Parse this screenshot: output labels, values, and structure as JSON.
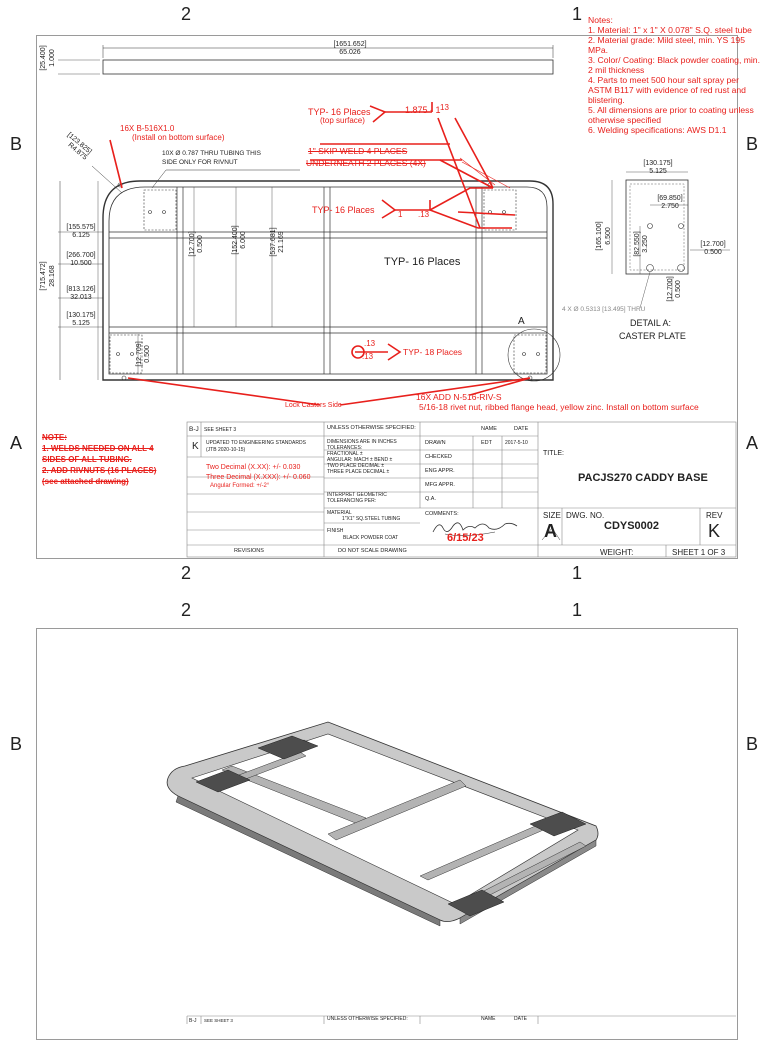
{
  "zones": {
    "col2": "2",
    "col1": "1",
    "rowB": "B",
    "rowA": "A"
  },
  "notes": [
    "Notes:",
    "1. Material: 1\" x 1\" X 0.078\" S.Q. steel tube",
    "2. Material grade: Mild steel, min. YS 195 MPa.",
    "3. Color/ Coating: Black powder coating, min. 2 mil thickness",
    "4. Parts to meet 500 hour salt spray per ASTM B117 with evidence of red rust and blistering.",
    "5. All dimensions are prior to coating unless otherwise specified",
    "6. Welding specifications: AWS D1.1"
  ],
  "dims": {
    "overall_mm": "[1651.652]",
    "overall_in": "65.026",
    "tube_mm": "[25.400]",
    "tube_in": "1.000",
    "radius_mm": "[123.825]",
    "radius_in": "R4.875",
    "d1_mm": "[155.575]",
    "d1_in": "6.125",
    "d2_mm": "[266.700]",
    "d2_in": "10.500",
    "height_mm": "[715.472]",
    "height_in": "28.168",
    "d3_mm": "[813.126]",
    "d3_in": "32.013",
    "d4_mm": "[130.175]",
    "d4_in": "5.125",
    "d5_mm": "[12.700]",
    "d5_in": "0.500",
    "d6_mm": "[152.400]",
    "d6_in": "6.000",
    "d7_mm": "[537.681]",
    "d7_in": "21.169",
    "d8_mm": "[12.709]",
    "d8_in": "0.500",
    "caster_w_mm": "[130.175]",
    "caster_w_in": "5.125",
    "caster_h_mm": "[165.100]",
    "caster_h_in": "6.500",
    "caster_a_mm": "[69.850]",
    "caster_a_in": "2.750",
    "caster_b_mm": "[82.550]",
    "caster_b_in": "3.250",
    "caster_c_mm": "[12.700]",
    "caster_c_in": "0.500",
    "caster_d_mm": "[12.700]",
    "caster_d_in": "0.500",
    "thru_hole": "4 X Ø 0.5313 [13.495] THRU"
  },
  "callouts": {
    "rivnut_top": "16X B-516X1.0",
    "rivnut_top2": "(Install on bottom surface)",
    "thru_tubing": "10X  Ø 0.787 THRU TUBING THIS",
    "thru_tubing2": "SIDE ONLY FOR RIVNUT",
    "typ16_top": "TYP- 16 Places",
    "typ16_top2": "(top surface)",
    "weld_top": "1.875 - 1",
    "weld_top_num": "13",
    "skip_weld": "1\" SKIP WELD 4 PLACES",
    "underneath": "UNDERNEATH 2 PLACES (4X)",
    "typ16_mid": "TYP- 16 Places",
    "weld_mid": "1",
    "weld_mid_num": ".13",
    "typ16_center": "TYP- 16 Places",
    "typ18": "TYP- 18 Places",
    "typ18_num1": ".13",
    "typ18_num2": ".13",
    "lock_casters": "Lock Casters Side",
    "add_rivnut": "16X ADD N-516-RIV-S",
    "add_rivnut2": "5/16-18 rivet nut, ribbed flange head, yellow zinc. Install on bottom surface",
    "detail_letter": "A",
    "detail_title": "DETAIL A:",
    "detail_sub": "CASTER PLATE"
  },
  "note_block": {
    "title": "NOTE:",
    "l1": "1. WELDS NEEDED ON ALL 4",
    "l2": "SIDES OF ALL TUBING.",
    "l3": "2. ADD RIVNUTS (16 PLACES)",
    "l4": "(see attached drawing)"
  },
  "titleblock": {
    "rev_range": "B-J",
    "rev_range_note": "SEE SHEET 3",
    "rev_letter": "K",
    "rev_desc": "UPDATED TO ENGINEERING STANDARDS",
    "rev_desc2": "(JTB 2020-10-15)",
    "tol_two": "Two Decimal (X.XX): +/- 0.030",
    "tol_three": "Three Decimal (X.XXX): +/- 0.060",
    "tol_ang": "Angular Formed: +/-2°",
    "revisions": "REVISIONS",
    "unless": "UNLESS OTHERWISE SPECIFIED:",
    "dims_in": "DIMENSIONS ARE IN INCHES",
    "tolerances": "TOLERANCES:",
    "fractional": "FRACTIONAL ±",
    "angular": "ANGULAR: MACH ±   BEND ±",
    "two_place": "TWO PLACE DECIMAL   ±",
    "three_place": "THREE PLACE DECIMAL  ±",
    "interpret": "INTERPRET GEOMETRIC",
    "tolerancing": "TOLERANCING PER:",
    "material_lbl": "MATERIAL",
    "material_val": "1\"X1\" SQ.STEEL TUBING",
    "finish_lbl": "FINISH",
    "finish_val": "BLACK POWDER COAT",
    "do_not_scale": "DO NOT SCALE DRAWING",
    "name": "NAME",
    "date": "DATE",
    "drawn": "DRAWN",
    "drawn_by": "EDT",
    "drawn_date": "2017-5-10",
    "checked": "CHECKED",
    "eng_appr": "ENG APPR.",
    "mfg_appr": "MFG APPR.",
    "qa": "Q.A.",
    "comments": "COMMENTS:",
    "sign_date": "6/15/23",
    "title_lbl": "TITLE:",
    "title_val": "PACJS270 CADDY BASE",
    "size_lbl": "SIZE",
    "size_val": "A",
    "dwg_lbl": "DWG.  NO.",
    "dwg_val": "CDYS0002",
    "rev_lbl": "REV",
    "rev_val": "K",
    "weight_lbl": "WEIGHT:",
    "sheet_val": "SHEET 1 OF 3"
  },
  "sheet2_tb": {
    "rev_range": "B-J",
    "rev_range_note": "SEE SHEET 3",
    "unless": "UNLESS OTHERWISE SPECIFIED:",
    "name": "NAME",
    "date": "DATE"
  },
  "colors": {
    "redline": "#e8201c",
    "line": "#333333",
    "border": "#9a9a9a"
  }
}
